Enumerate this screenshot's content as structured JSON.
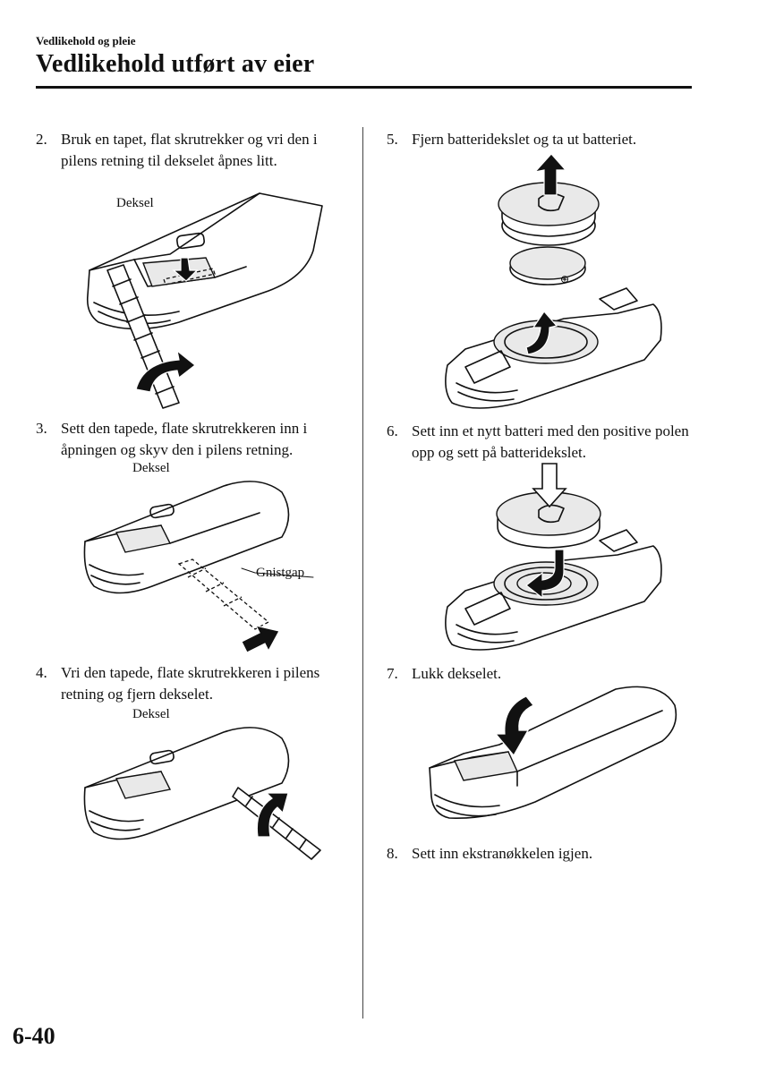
{
  "header": {
    "section": "Vedlikehold og pleie",
    "title": "Vedlikehold utført av eier"
  },
  "steps": [
    {
      "num": "2.",
      "text": "Bruk en tapet, flat skrutrekker og vri den i pilens retning til dekselet åpnes litt."
    },
    {
      "num": "3.",
      "text": "Sett den tapede, flate skrutrekkeren inn i åpningen og skyv den i pilens retning."
    },
    {
      "num": "4.",
      "text": "Vri den tapede, flate skrutrekkeren i pilens retning og fjern dekselet."
    },
    {
      "num": "5.",
      "text": "Fjern batteridekslet og ta ut batteriet."
    },
    {
      "num": "6.",
      "text": "Sett inn et nytt batteri med den positive polen opp og sett på batteridekslet."
    },
    {
      "num": "7.",
      "text": "Lukk dekselet."
    },
    {
      "num": "8.",
      "text": "Sett inn ekstranøkkelen igjen."
    }
  ],
  "callouts": {
    "deksel": "Deksel",
    "gnistgap": "Gnistgap"
  },
  "footer": {
    "page_number": "6-40"
  },
  "icons": [
    "screwdriver-icon",
    "rotate-arrow-icon",
    "push-arrow-icon",
    "up-arrow-icon",
    "down-arrow-icon",
    "battery-icon",
    "battery-cover-icon",
    "key-fob-icon"
  ]
}
